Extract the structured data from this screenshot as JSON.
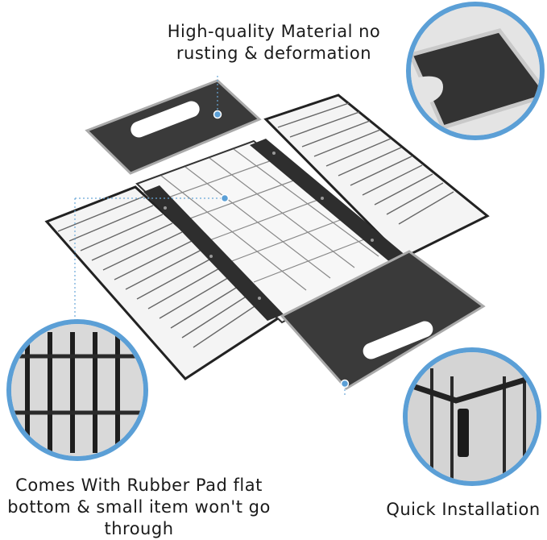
{
  "captions": {
    "material_line1": "High-quality Material no",
    "material_line2": "rusting & deformation",
    "rubber_line1": "Comes With Rubber Pad flat",
    "rubber_line2": "bottom & small item won't go",
    "rubber_line3": "through",
    "installation": "Quick Installation"
  },
  "colors": {
    "accent_ring": "#5b9fd6",
    "frame": "#2a2a2a",
    "pad": "#3a3a3a"
  }
}
